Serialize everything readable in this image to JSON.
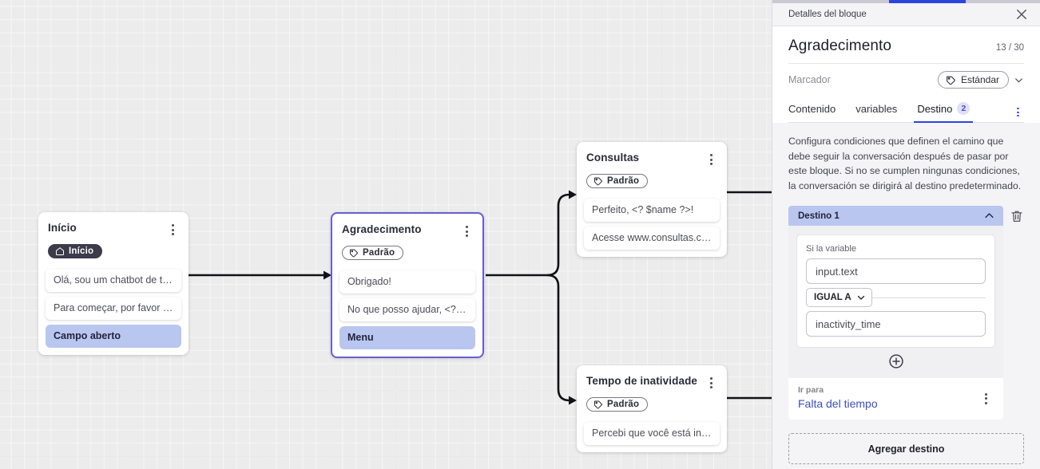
{
  "canvas": {
    "nodes": [
      {
        "id": "inicio",
        "title": "Início",
        "tag": "Início",
        "tag_icon": "home-icon",
        "tag_style": "dark",
        "selected": false,
        "bubbles": [
          {
            "text": "Olá, sou um chatbot de teste!",
            "highlight": false
          },
          {
            "text": "Para começar, por favor digite o ...",
            "highlight": false
          },
          {
            "text": "Campo aberto",
            "highlight": true
          }
        ]
      },
      {
        "id": "agradecimento",
        "title": "Agradecimento",
        "tag": "Padrão",
        "tag_icon": "tag-icon",
        "tag_style": "light",
        "selected": true,
        "bubbles": [
          {
            "text": "Obrigado!",
            "highlight": false
          },
          {
            "text": "No que posso ajudar, <? $name ...",
            "highlight": false
          },
          {
            "text": "Menu",
            "highlight": true
          }
        ]
      },
      {
        "id": "consultas",
        "title": "Consultas",
        "tag": "Padrão",
        "tag_icon": "tag-icon",
        "tag_style": "light",
        "selected": false,
        "bubbles": [
          {
            "text": "Perfeito, <? $name ?>!",
            "highlight": false
          },
          {
            "text": "Acesse www.consultas.com par...",
            "highlight": false
          }
        ]
      },
      {
        "id": "inatividade",
        "title": "Tempo de inatividade",
        "tag": "Padrão",
        "tag_icon": "tag-icon",
        "tag_style": "light",
        "selected": false,
        "bubbles": [
          {
            "text": "Percebi que você está inativo. C...",
            "highlight": false
          }
        ]
      }
    ]
  },
  "panel": {
    "header_title": "Detalles del bloque",
    "close_icon": "close-icon",
    "block_title": "Agradecimento",
    "counter": "13 / 30",
    "marcador_label": "Marcador",
    "marcador_value": "Estándar",
    "tabs": [
      {
        "label": "Contenido",
        "badge": "",
        "active": false
      },
      {
        "label": "variables",
        "badge": "",
        "active": false
      },
      {
        "label": "Destino",
        "badge": "2",
        "active": true
      }
    ],
    "description": "Configura condiciones que definen el camino que debe seguir la conversación después de pasar por este bloque. Si no se cumplen ningunas condiciones, la conversación se dirigirá al destino predeterminado.",
    "destination": {
      "header": "Destino 1",
      "collapse_icon": "chevron-up-icon",
      "delete_icon": "trash-icon",
      "condition_label": "Si la variable",
      "variable_value": "input.text",
      "operator": "IGUAL A",
      "compare_value": "inactivity_time",
      "add_condition_icon": "plus-circle-icon",
      "goto_label": "Ir para",
      "goto_value": "Falta del tiempo"
    },
    "add_destination_label": "Agregar destino",
    "accent_color": "#2b45dd",
    "highlight_color": "#b9c6f0"
  }
}
